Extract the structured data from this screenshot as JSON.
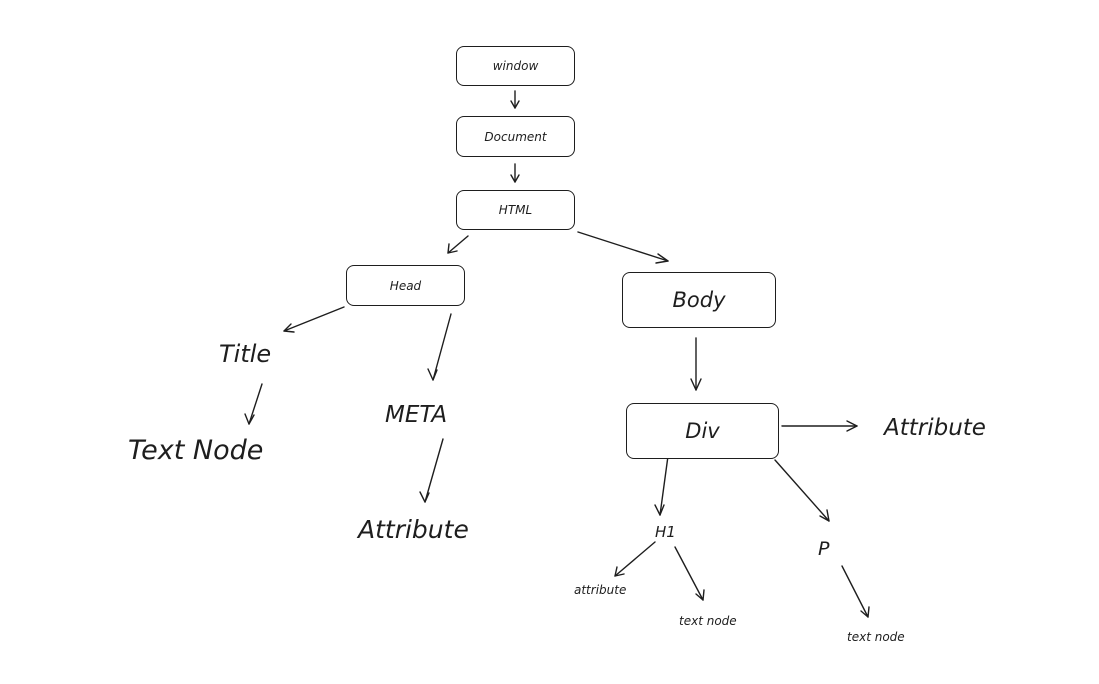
{
  "nodes": {
    "window": "window",
    "document": "Document",
    "html": "HTML",
    "head": "Head",
    "body": "Body",
    "title": "Title",
    "text_node_title": "Text Node",
    "meta": "META",
    "attribute_meta": "Attribute",
    "div": "Div",
    "attribute_div": "Attribute",
    "h1": "H1",
    "p": "P",
    "attribute_h1": "attribute",
    "text_node_h1": "text node",
    "text_node_p": "text node"
  }
}
